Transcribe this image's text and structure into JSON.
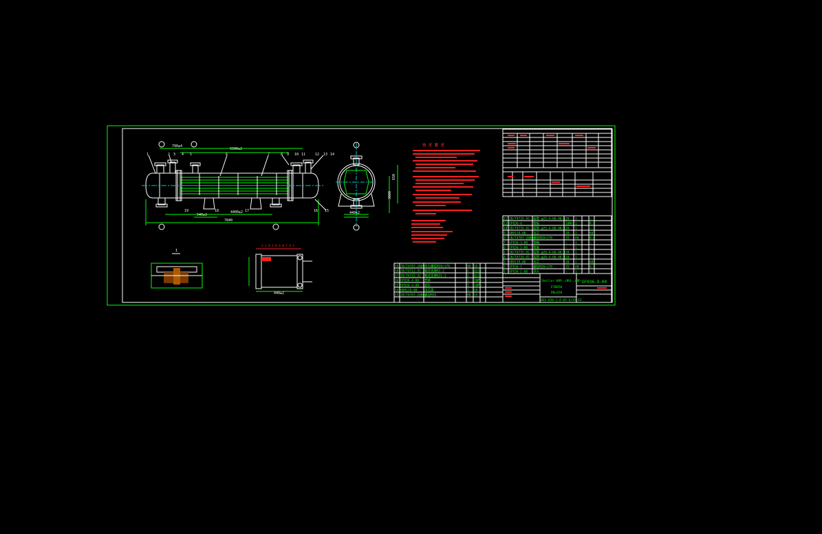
{
  "drawing": {
    "drawing_number": "GF036-9-00",
    "title_line_1": "Sheller HRP-,HRS-,HRP-",
    "title_line_2": "EYB050",
    "title_line_3": "DN=650",
    "title_line_4": "BES 650-1.6-65-6/25-4I",
    "notes_title": "技 术 要 求",
    "detail_label": "I",
    "section_label": "3 1 0 3 0 4 0 7 4 1"
  },
  "dimensions": {
    "overall_length": "7840",
    "tube_length": "5500±2",
    "nozzle_spacing": "4400±2",
    "support_spacing": "540±2",
    "first_offset": "790±4",
    "diameter": "440±2",
    "side_height": "3000",
    "side_width": "650",
    "section_width": "440±2"
  },
  "balloons": [
    "1",
    "2",
    "3",
    "4",
    "5",
    "6",
    "7",
    "8",
    "9",
    "10",
    "11",
    "12",
    "13",
    "14",
    "15",
    "16",
    "17",
    "18",
    "19"
  ],
  "parts_list_main": [
    {
      "no": "12",
      "code": "JB/T4735-92",
      "name": "接管 φ25-4-80-40-1",
      "qty": "1",
      "mat": "20",
      "wt": "—"
    },
    {
      "no": "11",
      "code": "GF036-6",
      "name": "管板",
      "qty": "1",
      "mat": "16Mn",
      "wt": "8.9"
    },
    {
      "no": "10",
      "code": "JB/T4735-92",
      "name": "接管 φ25-4-80-40-1",
      "qty": "1",
      "mat": "20",
      "wt": "—"
    },
    {
      "no": "9",
      "code": "GB9119-88",
      "name": "法兰",
      "qty": "2",
      "mat": "20",
      "wt": "60"
    },
    {
      "no": "8",
      "code": "JB/T4707-2000",
      "name": "螺栓M20×270",
      "qty": "40",
      "mat": "35",
      "wt": "0.8"
    },
    {
      "no": "7",
      "code": "GF036-3-00",
      "name": "管箱",
      "qty": "1",
      "mat": "—",
      "wt": "—"
    },
    {
      "no": "6",
      "code": "GF036-5-00",
      "name": "管束",
      "qty": "1",
      "mat": "—",
      "wt": "—"
    },
    {
      "no": "5",
      "code": "JB/T4735-92",
      "name": "接管 φ20-4-60-40-1",
      "qty": "1",
      "mat": "20",
      "wt": "—"
    },
    {
      "no": "4",
      "code": "JB/T4735-92",
      "name": "接管 φ20-4-60-40-1",
      "qty": "1",
      "mat": "20",
      "wt": "—"
    },
    {
      "no": "3",
      "code": "GB9119-88",
      "name": "法兰",
      "qty": "2",
      "mat": "20",
      "wt": "60"
    },
    {
      "no": "2",
      "code": "GF036-1",
      "name": "螺栓M20×170",
      "qty": "40",
      "mat": "35",
      "wt": "0.8"
    },
    {
      "no": "1",
      "code": "GF036-1-00",
      "name": "浮头",
      "qty": "1",
      "mat": "—",
      "wt": "—"
    }
  ],
  "parts_list_lower": [
    {
      "no": "19",
      "code": "JB/T4707-2000",
      "name": "双头螺柱M20×170",
      "qty": "40",
      "mat": "35"
    },
    {
      "no": "18",
      "code": "JB/T4712-92",
      "name": "鞍式支座BI-2",
      "qty": "2",
      "mat": "Q235"
    },
    {
      "no": "17",
      "code": "JB/T4712-92",
      "name": "鞍式支座BII-2",
      "qty": "2",
      "mat": "Q235"
    },
    {
      "no": "16",
      "code": "GF036-4-00",
      "name": "壳体",
      "qty": "1",
      "mat": "16Mn"
    },
    {
      "no": "15",
      "code": "GF036-4-00",
      "name": "封头",
      "qty": "1",
      "mat": "16Mn"
    },
    {
      "no": "14",
      "code": "GB9119-88",
      "name": "法兰盖",
      "qty": "1",
      "mat": "20"
    },
    {
      "no": "13",
      "code": "JB/T4707-2000",
      "name": "螺母M20",
      "qty": "80",
      "mat": "35"
    }
  ]
}
